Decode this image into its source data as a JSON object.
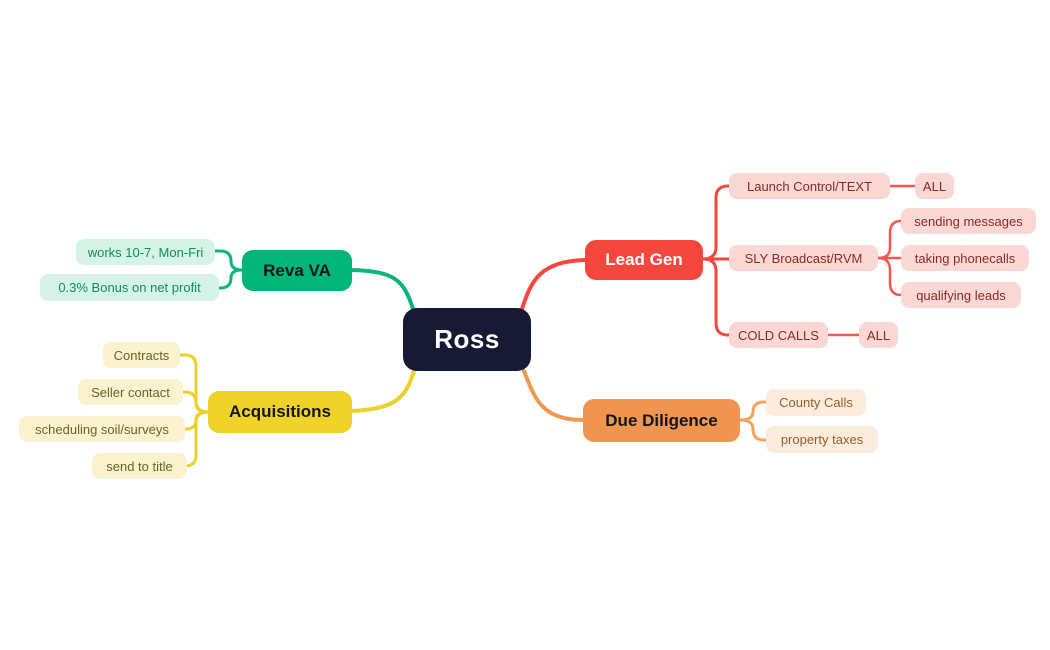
{
  "root": {
    "label": "Ross"
  },
  "colors": {
    "root_bg": "#171935",
    "root_text": "#ffffff",
    "green": "#00b577",
    "green_light_bg": "#d6f3e7",
    "green_light_text": "#0f8e61",
    "yellow": "#f0d32a",
    "yellow_light_bg": "#fbf3cf",
    "yellow_light_text": "#6f6124",
    "red": "#f4483f",
    "red_light_bg": "#fcd8d5",
    "red_light_text": "#8c2a26",
    "orange": "#f0954f",
    "orange_light_bg": "#fcecdd",
    "orange_light_text": "#975e27",
    "background": "#ffffff"
  },
  "branches": [
    {
      "label": "Reva VA",
      "children": [
        {
          "label": "works 10-7, Mon-Fri"
        },
        {
          "label": "0.3% Bonus on net profit"
        }
      ]
    },
    {
      "label": "Acquisitions",
      "children": [
        {
          "label": "Contracts"
        },
        {
          "label": "Seller contact"
        },
        {
          "label": "scheduling soil/surveys"
        },
        {
          "label": "send to title"
        }
      ]
    },
    {
      "label": "Lead Gen",
      "children": [
        {
          "label": "Launch Control/TEXT",
          "children": [
            {
              "label": "ALL"
            }
          ]
        },
        {
          "label": "SLY Broadcast/RVM",
          "children": [
            {
              "label": "sending messages"
            },
            {
              "label": "taking phonecalls"
            },
            {
              "label": "qualifying leads"
            }
          ]
        },
        {
          "label": "COLD CALLS",
          "children": [
            {
              "label": "ALL"
            }
          ]
        }
      ]
    },
    {
      "label": "Due Diligence",
      "children": [
        {
          "label": "County Calls"
        },
        {
          "label": "property taxes"
        }
      ]
    }
  ]
}
